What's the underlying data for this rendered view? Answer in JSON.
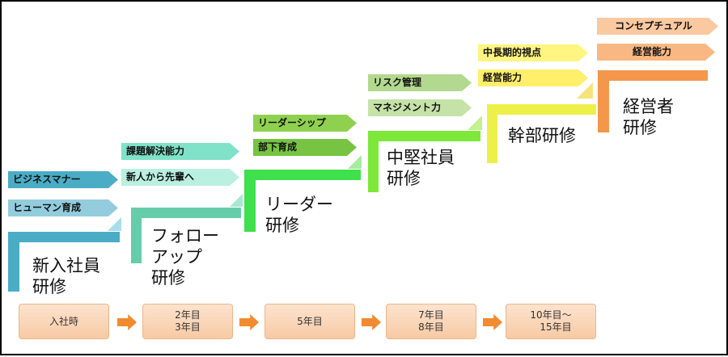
{
  "stages": [
    {
      "title": "新入社員\n研修",
      "color": "#4bacc6",
      "tags": [
        "ビジネスマナー",
        "ヒューマン育成"
      ],
      "tag_colors": [
        "#4bacc6",
        "#93cddd"
      ]
    },
    {
      "title": "フォロー\nアップ\n研修",
      "color": "#66cdaa",
      "tags": [
        "課題解決能力",
        "新人から先輩へ"
      ],
      "tag_colors": [
        "#7fe2c9",
        "#b9f0e0"
      ]
    },
    {
      "title": "リーダー\n研修",
      "color": "#3ee04c",
      "tags": [
        "リーダーシップ",
        "部下育成"
      ],
      "tag_colors": [
        "#8fd14f",
        "#76c442"
      ]
    },
    {
      "title": "中堅社員\n研修",
      "color": "#7ee83a",
      "tags": [
        "リスク管理",
        "マネジメント力"
      ],
      "tag_colors": [
        "#b2d98f",
        "#c5e3a9"
      ]
    },
    {
      "title": "幹部研修",
      "color": "#eef04a",
      "tags": [
        "中長期的視点",
        "経営能力"
      ],
      "tag_colors": [
        "#fff580",
        "#ffef6a"
      ]
    },
    {
      "title": "経営者\n研修",
      "color": "#f5974a",
      "tags": [
        "コンセプチュアル",
        "経営能力"
      ],
      "tag_colors": [
        "#fbc9a0",
        "#f9b883"
      ]
    }
  ],
  "timeline": [
    "入社時",
    "2年目\n3年目",
    "5年目",
    "7年目\n8年目",
    "10年目～\n　15年目"
  ]
}
